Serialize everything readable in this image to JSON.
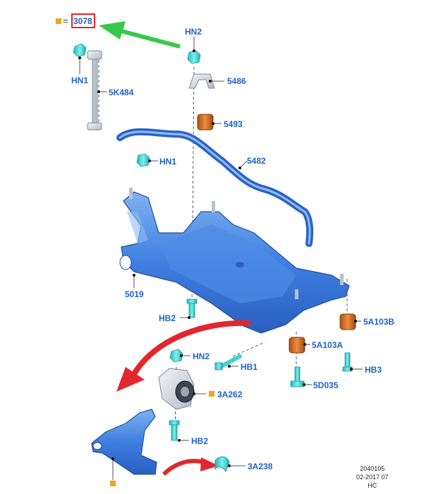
{
  "key": {
    "equals": "=",
    "code": "3078"
  },
  "colors": {
    "label": "#1f62c8",
    "part": "#4f8de6",
    "fastener": "#3fd3d3",
    "bushing": "#c96b1e",
    "arrow_green": "#37c94a",
    "arrow_red": "#e3262b",
    "callout_square": "#f4a21b"
  },
  "callouts": {
    "hn2_top": "HN2",
    "hn1_top": "HN1",
    "p5k484": "5K484",
    "p5486": "5486",
    "p5493": "5493",
    "hn1_mid": "HN1",
    "p5482": "5482",
    "p5019": "5019",
    "hb2_mid": "HB2",
    "p5a103b": "5A103B",
    "p5a103a": "5A103A",
    "hn2_low": "HN2",
    "hb1": "HB1",
    "hb3": "HB3",
    "p5d035": "5D035",
    "p3a262": "3A262",
    "hb2_low": "HB2",
    "p3a238": "3A238"
  },
  "meta": {
    "ref": "2040105",
    "date": "02-2017 07",
    "code": "HC"
  }
}
